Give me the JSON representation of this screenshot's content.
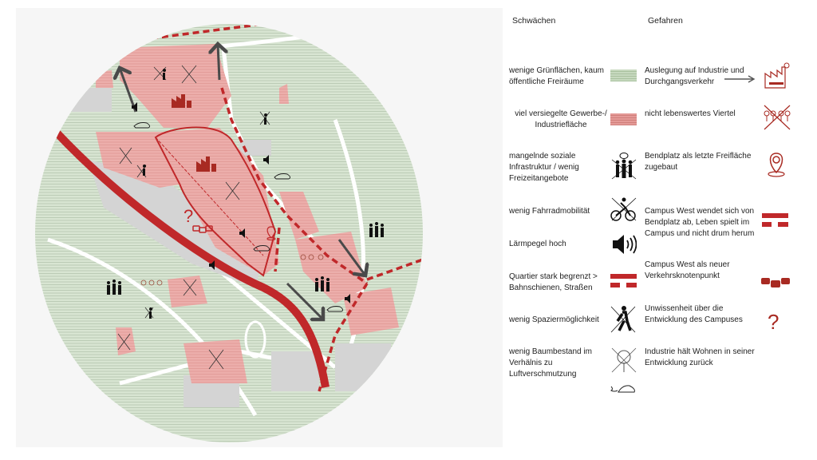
{
  "legend": {
    "weaknesses_title": "Schwächen",
    "threats_title": "Gefahren",
    "weaknesses": [
      {
        "label": "wenige Grünflächen, kaum öffentliche Freiräume",
        "icon": "green-hatch-swatch"
      },
      {
        "label": "viel versiegelte Gewerbe-/ Industriefläche",
        "icon": "red-hatch-swatch"
      },
      {
        "label": "mangelnde soziale Infrastruktur / wenig Freizeitangebote",
        "icon": "crossed-people-icon"
      },
      {
        "label": "wenig Fahrradmobilität",
        "icon": "crossed-bicycle-icon"
      },
      {
        "label": "Lärmpegel hoch",
        "icon": "speaker-icon"
      },
      {
        "label": "Quartier stark begrenzt > Bahnschienen, Straßen",
        "icon": "red-dashed-barrier"
      },
      {
        "label": "wenig Spaziermöglichkeit",
        "icon": "crossed-pedestrian-icon"
      },
      {
        "label": "wenig Baumbestand im Verhälnis zu Luftverschmutzung",
        "icon": "crossed-tree-icon"
      }
    ],
    "extra_icon": "car-exhaust-icon",
    "threats": [
      {
        "label": "Auslegung auf Industrie und Durchgangsverkehr",
        "icon": "factory-icon"
      },
      {
        "label": "nicht lebenswertes Viertel",
        "icon": "crossed-trees-bench-icon"
      },
      {
        "label": "Bendplatz als letzte Freifläche zugebaut",
        "icon": "location-pin-icon"
      },
      {
        "label": "Campus West wendet sich von Bendplatz ab, Leben spielt im Campus und nicht drum herum",
        "icon": "red-dashed-barrier"
      },
      {
        "label": "Campus West als neuer Verkehrsknotenpunkt",
        "icon": "traffic-jam-icon"
      },
      {
        "label": "Unwissenheit über die Entwicklung des Campuses",
        "icon": "question-mark-icon"
      },
      {
        "label": "Industrie hält Wohnen in seiner Entwicklung zurück",
        "icon": "none"
      }
    ],
    "arrow_icon": "arrow-right-icon"
  },
  "map": {
    "question_mark": "?"
  },
  "colors": {
    "red": "#c0282a",
    "pink": "#e9a7a4",
    "green": "#d6e3d0",
    "arrow": "#4a4a4a"
  }
}
